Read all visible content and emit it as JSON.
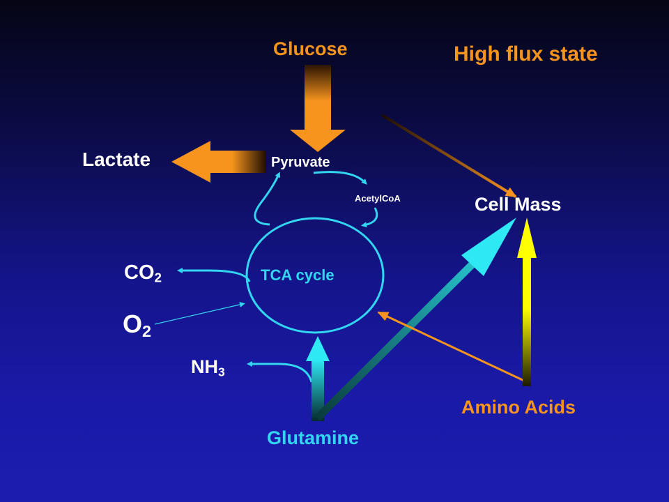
{
  "labels": {
    "glucose": "Glucose",
    "high_flux_state": "High flux state",
    "lactate": "Lactate",
    "pyruvate": "Pyruvate",
    "acetylcoa": "AcetylCoA",
    "cell_mass": "Cell Mass",
    "tca_cycle": "TCA cycle",
    "co2_main": "CO",
    "co2_sub": "2",
    "o2_main": "O",
    "o2_sub": "2",
    "nh3_main": "NH",
    "nh3_sub": "3",
    "amino_acids": "Amino Acids",
    "glutamine": "Glutamine"
  },
  "colors": {
    "orange": "#f7941d",
    "cyan": "#33d6f0",
    "yellow": "#ffff00",
    "white": "#ffffff"
  }
}
